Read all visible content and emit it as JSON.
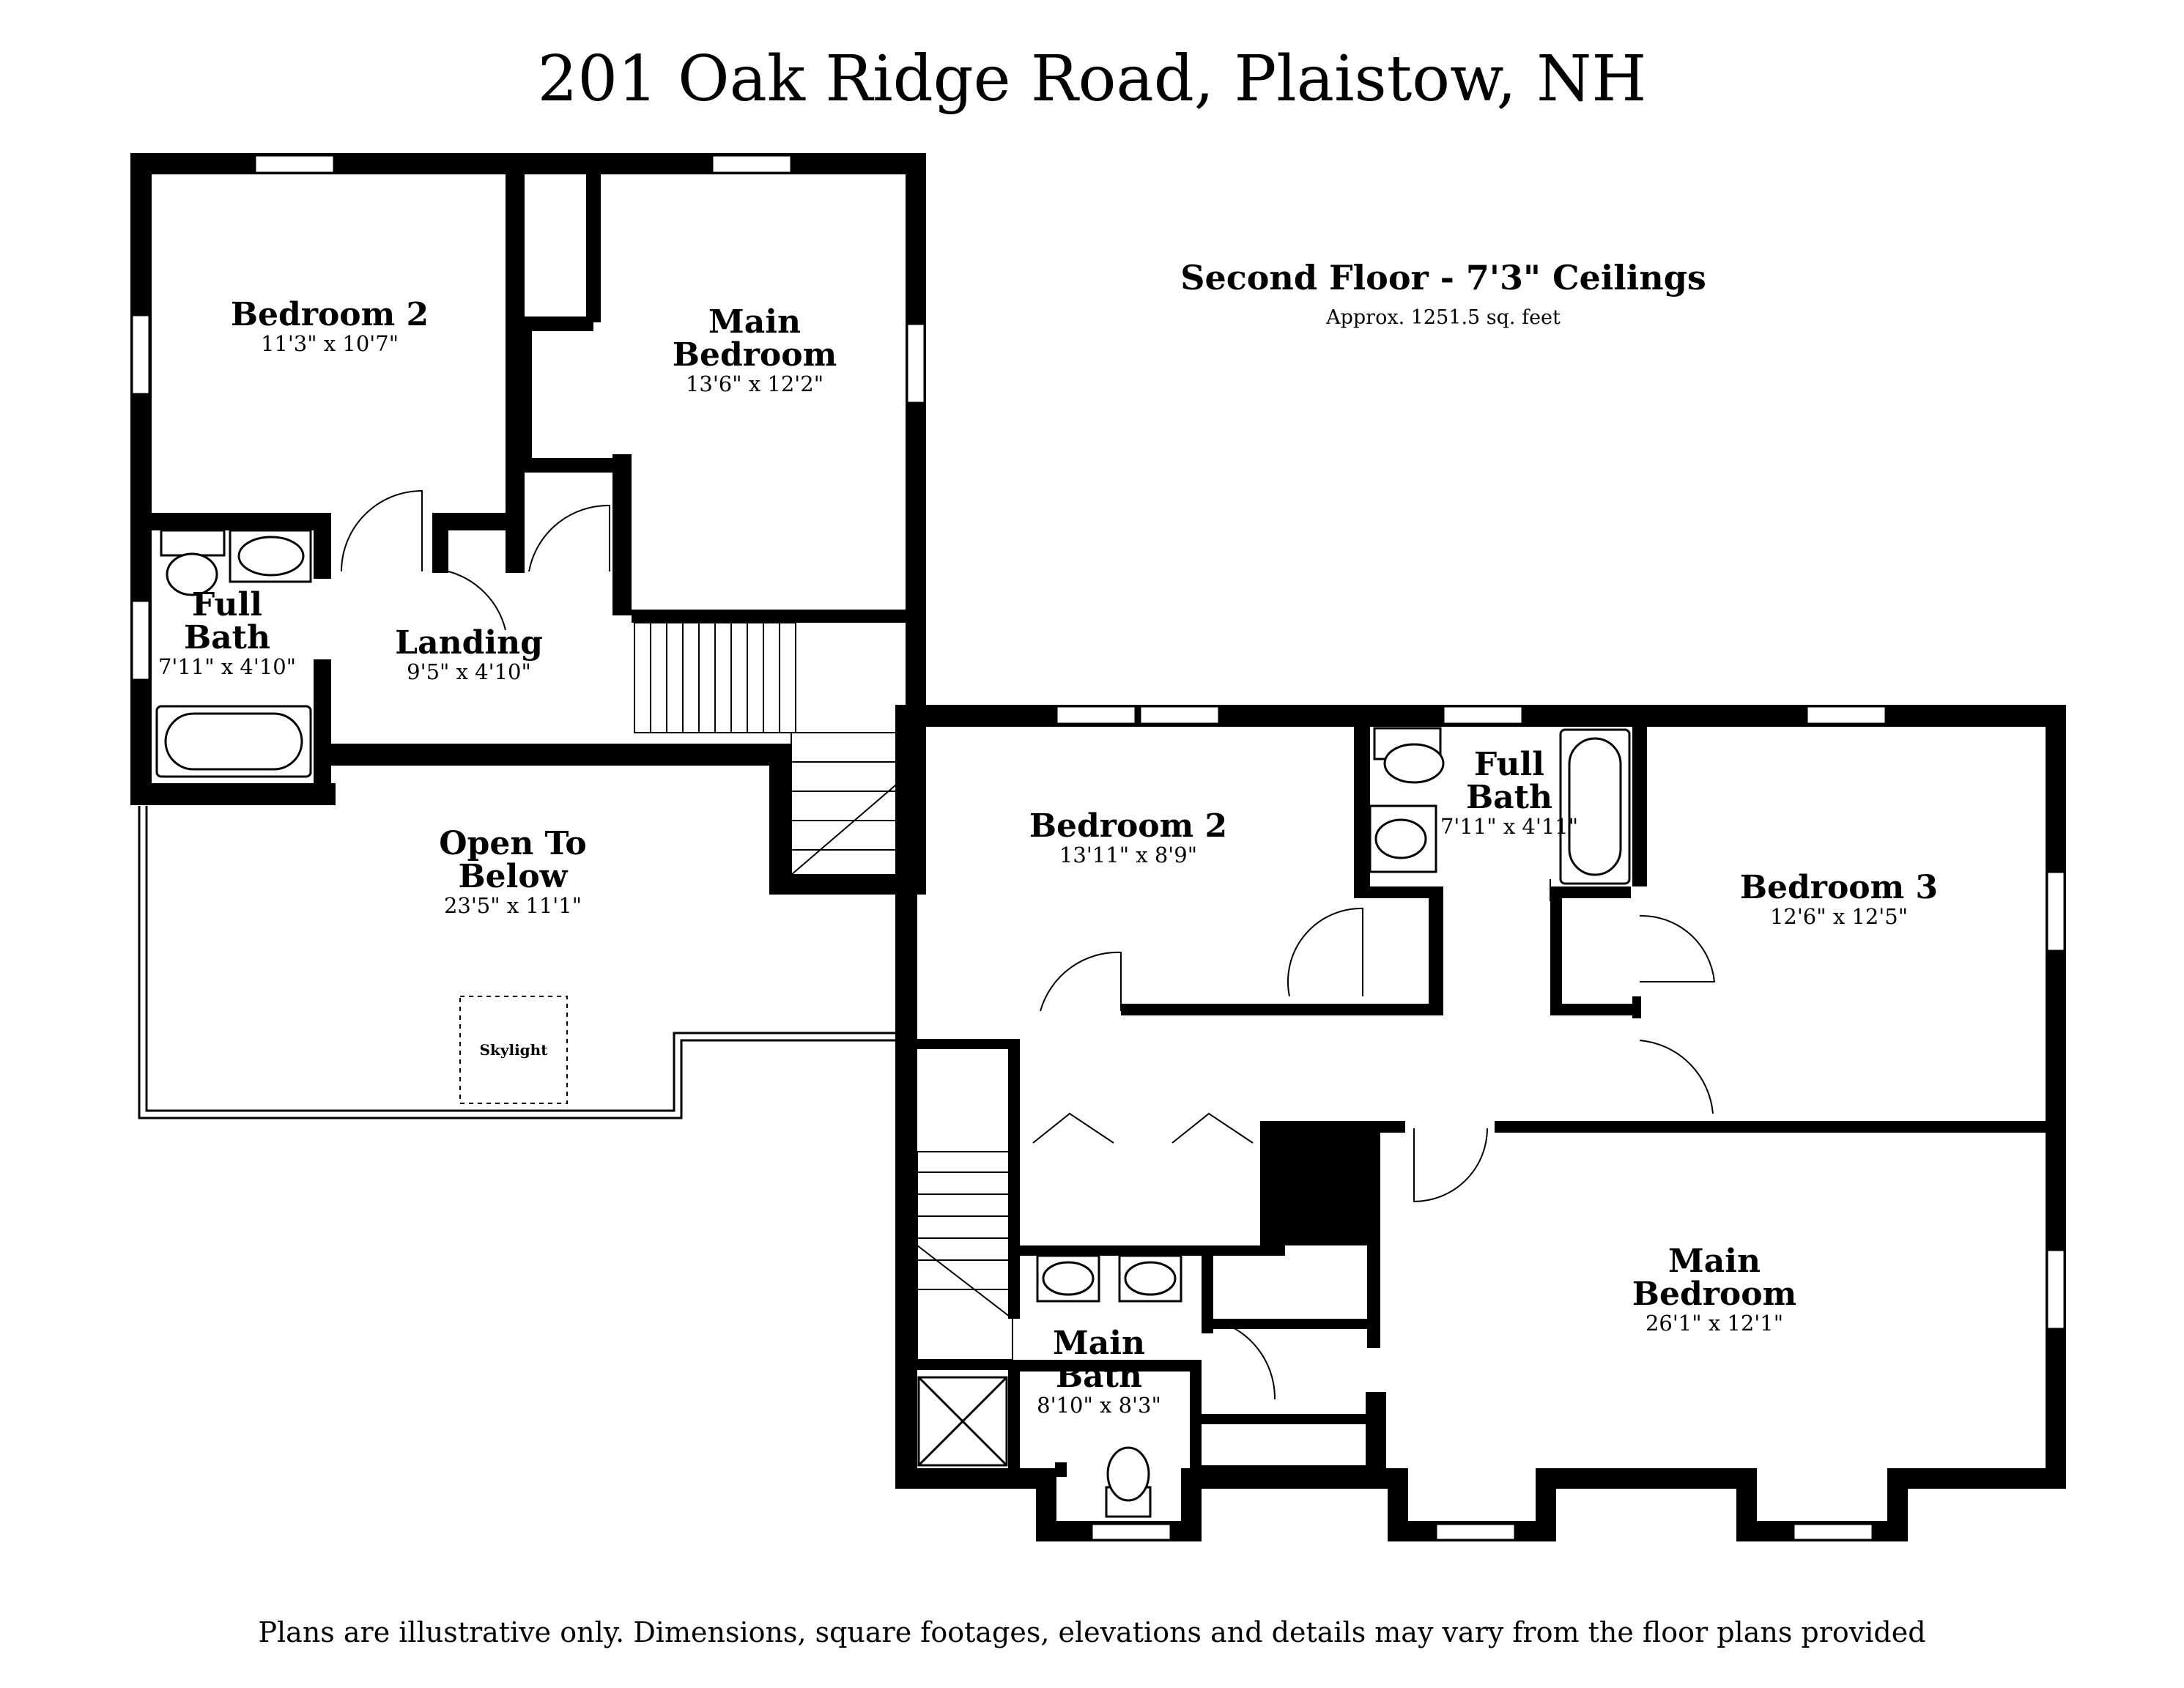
{
  "header": {
    "title": "201 Oak Ridge Road, Plaistow, NH"
  },
  "floor": {
    "title": "Second Floor - 7'3\" Ceilings",
    "area": "Approx. 1251.5 sq. feet"
  },
  "rooms": [
    {
      "name": "Bedroom 2",
      "dims": "11'3\" x 10'7\""
    },
    {
      "name": "Main Bedroom",
      "dims": "13'6\" x 12'2\""
    },
    {
      "name": "Full Bath",
      "dims": "7'11\" x 4'10\""
    },
    {
      "name": "Landing",
      "dims": "9'5\" x 4'10\""
    },
    {
      "name": "Open To Below",
      "dims": "23'5\" x 11'1\""
    },
    {
      "name": "Bedroom 2",
      "dims": "13'11\" x 8'9\""
    },
    {
      "name": "Full Bath",
      "dims": "7'11\" x 4'11\""
    },
    {
      "name": "Bedroom 3",
      "dims": "12'6\" x 12'5\""
    },
    {
      "name": "Main Bedroom",
      "dims": "26'1\" x 12'1\""
    },
    {
      "name": "Main Bath",
      "dims": "8'10\" x 8'3\""
    }
  ],
  "skylight": {
    "label": "Skylight"
  },
  "footer": {
    "disclaimer": "Plans are illustrative only. Dimensions, square footages, elevations and details may vary from the floor plans provided"
  }
}
